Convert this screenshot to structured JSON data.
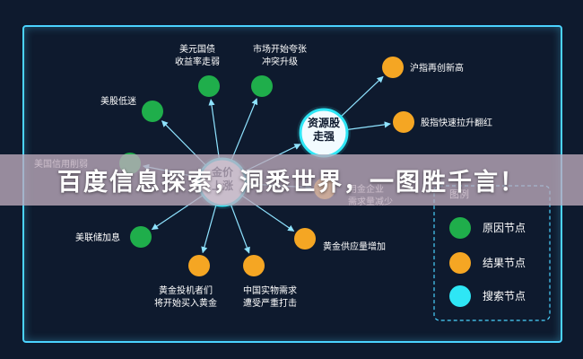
{
  "banner": {
    "text": "百度信息探索，洞悉世界，一图胜千言！"
  },
  "colors": {
    "background": "#0e1a2e",
    "border": "#4bd3ff",
    "cause": "#1fae4b",
    "result": "#f5a623",
    "search": "#2ee6f5",
    "text": "#ffffff"
  },
  "center_nodes": [
    {
      "id": "gold",
      "label_lines": [
        "金价",
        "上涨"
      ]
    },
    {
      "id": "capital",
      "label_lines": [
        "资源股",
        "走强"
      ]
    }
  ],
  "nodes": [
    {
      "id": "usd",
      "type": "cause",
      "label_lines": [
        "美元国债",
        "收益率走弱"
      ]
    },
    {
      "id": "market",
      "type": "cause",
      "label_lines": [
        "市场开始夸张",
        "冲突升级"
      ]
    },
    {
      "id": "stocks",
      "type": "cause",
      "label_lines": [
        "美股低迷"
      ]
    },
    {
      "id": "debt",
      "type": "cause",
      "label_lines": [
        "美国信用削弱"
      ]
    },
    {
      "id": "fed",
      "type": "cause",
      "label_lines": [
        "美联储加息"
      ]
    },
    {
      "id": "investor",
      "type": "result",
      "label_lines": [
        "黄金投机者们",
        "将开始买入黄金"
      ]
    },
    {
      "id": "china",
      "type": "result",
      "label_lines": [
        "中国实物需求",
        "遭受严重打击"
      ]
    },
    {
      "id": "supply",
      "type": "result",
      "label_lines": [
        "黄金供应量增加"
      ]
    },
    {
      "id": "demand",
      "type": "result",
      "label_lines": [
        "用金企业",
        "需求量减少"
      ]
    },
    {
      "id": "shanghai",
      "type": "result",
      "label_lines": [
        "沪指再创新高"
      ]
    },
    {
      "id": "stockidx",
      "type": "result",
      "label_lines": [
        "股指快速拉升翻红"
      ]
    }
  ],
  "legend": {
    "title": "图例",
    "items": [
      {
        "label": "原因节点",
        "type": "cause"
      },
      {
        "label": "结果节点",
        "type": "result"
      },
      {
        "label": "搜索节点",
        "type": "search"
      }
    ]
  }
}
